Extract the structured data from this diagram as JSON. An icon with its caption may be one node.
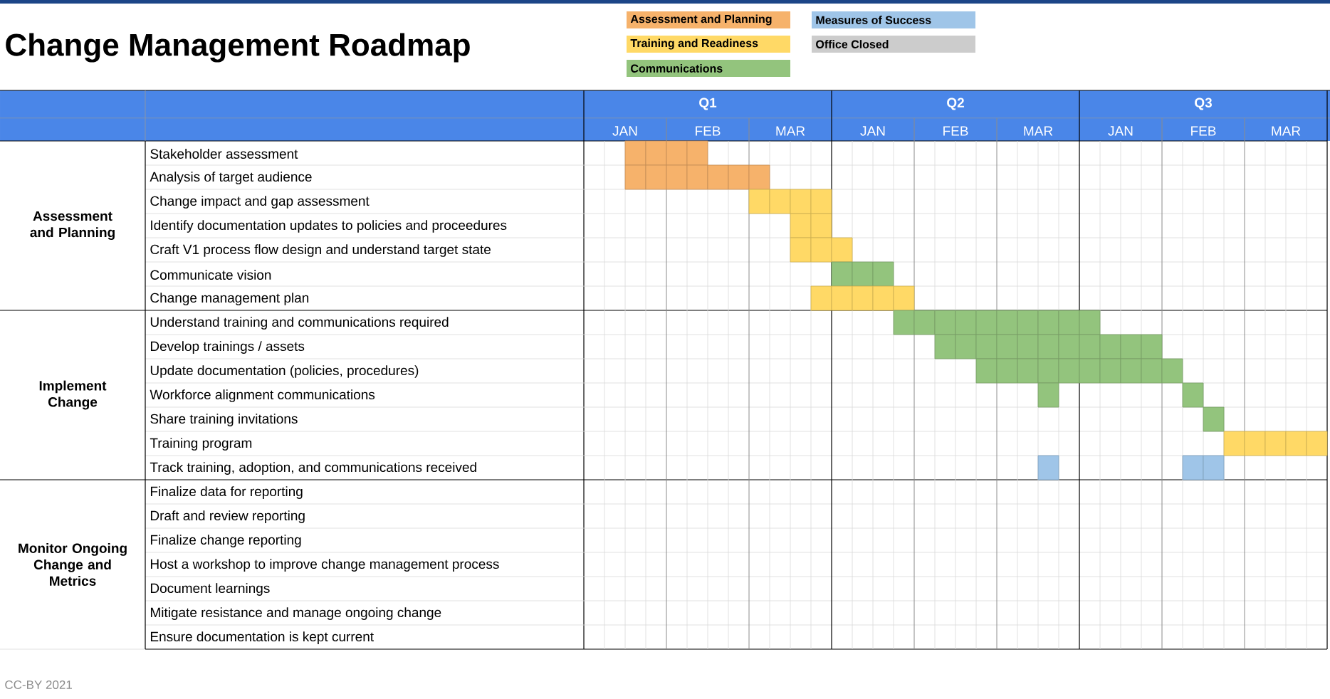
{
  "diagram": {
    "title": "Change Management Roadmap",
    "labels": [
      "Q1",
      "Q2",
      "Q3",
      "JAN",
      "FEB",
      "MAR",
      "JAN",
      "FEB",
      "MAR",
      "JAN",
      "FEB",
      "MAR",
      "Assessment and Planning",
      "Stakeholder assessment",
      "Analysis of target audience",
      "Change impact and gap assessment",
      "Identify documentation updates to policies and proceedures",
      "Craft V1 process flow design and understand target state",
      "Communicate vision",
      "Change management plan",
      "Implement Change",
      "Understand training and communications required",
      "Develop trainings / assets",
      "Update documentation (policies, procedures)",
      "Workforce alignment communications",
      "Share training invitations",
      "Training program",
      "Track training, adoption, and communications received",
      "Monitor Ongoing Change and Metrics",
      "Finalize data for reporting",
      "Draft and review reporting",
      "Finalize change reporting",
      "Host a workshop to improve change management process",
      "Document learnings",
      "Mitigate resistance and manage ongoing change",
      "Ensure documentation is kept current",
      "CC-BY 2021"
    ],
    "legend": [
      {
        "text": "Assessment and Planning",
        "color": "#f6b26b"
      },
      {
        "text": "Training and Readiness",
        "color": "#ffd966"
      },
      {
        "text": "Communications",
        "color": "#93c47d"
      },
      {
        "text": "Measures of Success",
        "color": "#9fc5e8"
      },
      {
        "text": "Office Closed",
        "color": "#cccccc"
      }
    ]
  }
}
